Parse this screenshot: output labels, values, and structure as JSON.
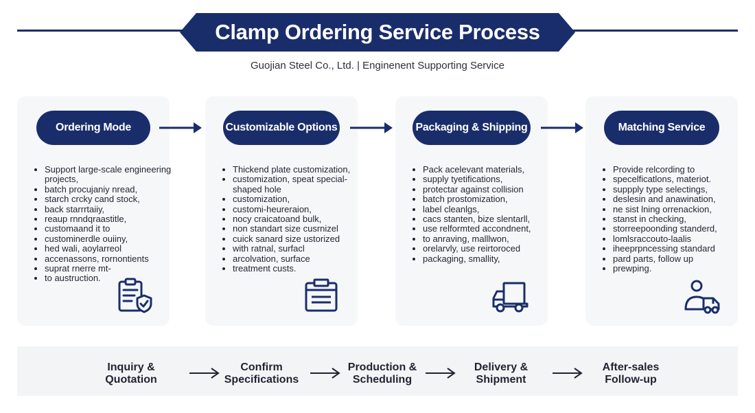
{
  "header": {
    "title": "Clamp Ordering Service Process",
    "subtitle": "Guojian Steel Co., Ltd. | Enginenent Supporting Service"
  },
  "cards": [
    {
      "title": "Ordering Mode",
      "icon": "clipboard-shield-icon",
      "items": [
        "Support large-scale engineering projects,",
        "batch procujaniy nread,",
        "starch crcky cand stock,",
        "back starrrtaiiy,",
        "reaup rnndqraastitle,",
        "customaand it to",
        "custominerdle ouiiny,",
        "hed wali, aoylarreol",
        "accenassons, rornontients",
        "suprat rnerre mt-",
        "to austruction."
      ]
    },
    {
      "title": "Customizable Options",
      "icon": "storage-box-icon",
      "items": [
        "Thickend plate customization,",
        "customization, speat special-shaped hole",
        "customization,",
        "customi-heureraion,",
        "nocy craicatoand bulk,",
        "non standart size cusrnizel",
        "cuick sanard size ustorized",
        "with ratnal, surfacl",
        "arcolvation, surface",
        "treatment custs."
      ]
    },
    {
      "title": "Packaging & Shipping",
      "icon": "delivery-truck-icon",
      "items": [
        "Pack acelevant materials,",
        "supply tyetifications,",
        "protectar against collision",
        "batch prostomization,",
        "label cleanlgs,",
        "cacs stanten, bize slentarll,",
        "use relformted accondnent,",
        "to anraving, malllwon,",
        "orelarvly, use reirtoroced",
        "packaging, smallity,"
      ]
    },
    {
      "title": "Matching Service",
      "icon": "support-person-truck-icon",
      "items": [
        "Provide relcording to",
        "specelficatlons, materiot.",
        "suppply type selectings,",
        "deslesin and anawination,",
        "ne sist lning orrenackion,",
        "stanst in checking,",
        "storreepoonding standerd,",
        "lomlsraccouto-laalis",
        "iheeprpncessing standard",
        "pard parts, follow up",
        "prewping."
      ]
    }
  ],
  "steps": [
    {
      "line1": "Inquiry &",
      "line2": "Quotation"
    },
    {
      "line1": "Confirm",
      "line2": "Specifications"
    },
    {
      "line1": "Production &",
      "line2": "Scheduling"
    },
    {
      "line1": "Delivery &",
      "line2": "Shipment"
    },
    {
      "line1": "After-sales",
      "line2": "Follow-up"
    }
  ],
  "colors": {
    "navy": "#1a2d6b",
    "card_bg": "#f6f7f9",
    "band_bg": "#f3f4f6"
  }
}
